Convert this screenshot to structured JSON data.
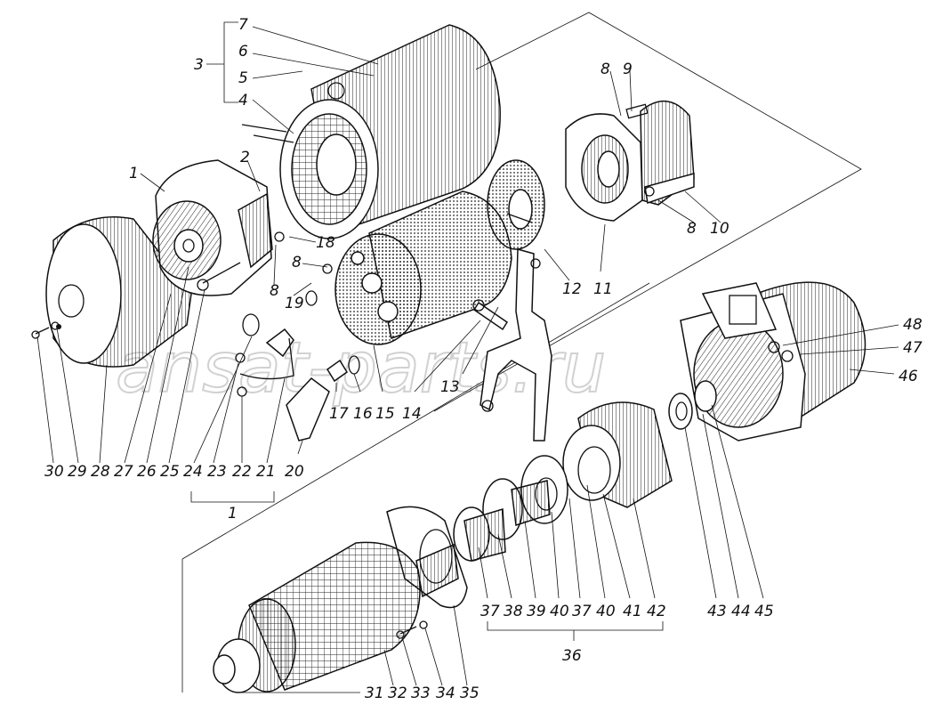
{
  "watermark": "ansat-parts.ru",
  "callouts": {
    "c1a": "1",
    "c2": "2",
    "c3": "3",
    "c4": "4",
    "c5": "5",
    "c6": "6",
    "c7": "7",
    "c8a": "8",
    "c9": "9",
    "c8b": "8",
    "c10": "10",
    "c11": "11",
    "c12": "12",
    "c13": "13",
    "c14": "14",
    "c15": "15",
    "c16": "16",
    "c17": "17",
    "c18": "18",
    "c19": "19",
    "c8c": "8",
    "c8d": "8",
    "c20": "20",
    "c21": "21",
    "c22": "22",
    "c23": "23",
    "c24": "24",
    "c25": "25",
    "c26": "26",
    "c27": "27",
    "c28": "28",
    "c29": "29",
    "c30": "30",
    "c1b": "1",
    "c31": "31",
    "c32": "32",
    "c33": "33",
    "c34": "34",
    "c35": "35",
    "c36": "36",
    "c37a": "37",
    "c38": "38",
    "c39": "39",
    "c40a": "40",
    "c37b": "37",
    "c40b": "40",
    "c41": "41",
    "c42": "42",
    "c43": "43",
    "c44": "44",
    "c45": "45",
    "c46": "46",
    "c47": "47",
    "c48": "48"
  }
}
